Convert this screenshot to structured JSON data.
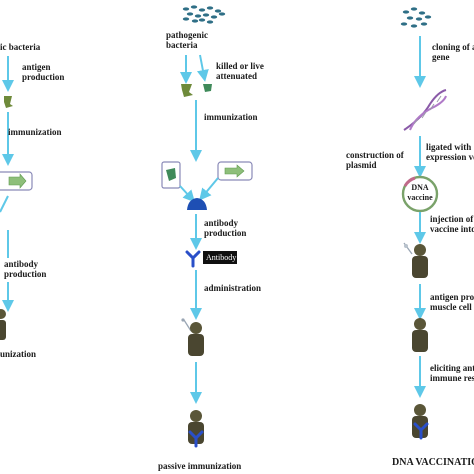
{
  "columns": {
    "active": {
      "pathogen_label": "ic bacteria",
      "step_antigen": [
        "antigen",
        "production"
      ],
      "step_immunization": "immunization",
      "step_antibody": [
        "antibody",
        "production"
      ],
      "bottom_label": "unization"
    },
    "passive": {
      "pathogen_label": [
        "pathogenic",
        "bacteria"
      ],
      "step_killed": [
        "killed or live",
        "attenuated"
      ],
      "step_immunization": "immunization",
      "step_antibody": [
        "antibody",
        "production"
      ],
      "antibody_tag": "Antibody",
      "step_administration": "administration",
      "bottom_label": "passive immunization"
    },
    "dna": {
      "step_cloning": [
        "cloning of ant",
        "gene"
      ],
      "step_ligated": [
        "ligated with",
        "expression ve"
      ],
      "construction": [
        "construction of",
        "plasmid"
      ],
      "plasmid_label": [
        "DNA",
        "vaccine"
      ],
      "step_injection": [
        "injection of I",
        "vaccine into"
      ],
      "step_antigen": [
        "antigen prod",
        "muscle cell"
      ],
      "step_eliciting": [
        "eliciting ant",
        "immune res"
      ],
      "bottom_label": "DNA VACCINATION"
    }
  },
  "colors": {
    "arrow": "#5ec8e8",
    "bacteria": "#2f6f86",
    "person": "#4a4630",
    "antibody": "#2a4fc8",
    "green_shape": "#3f8a5a",
    "dna": "#8a5aa8"
  },
  "icons": [
    "bacteria-cluster-icon",
    "antigen-icon",
    "person-icon",
    "antibody-icon",
    "dna-helix-icon",
    "plasmid-icon",
    "syringe-icon",
    "b-cell-icon"
  ]
}
